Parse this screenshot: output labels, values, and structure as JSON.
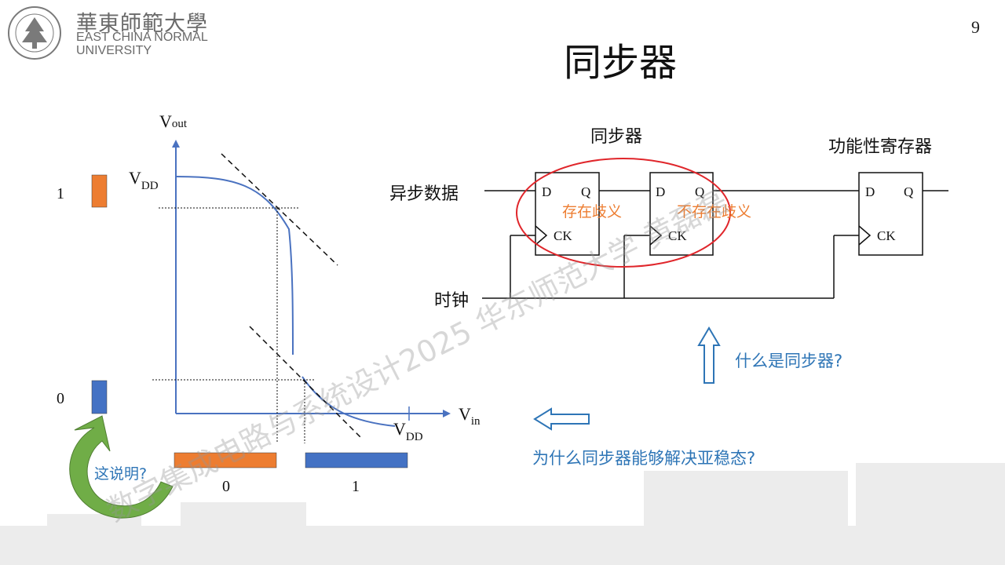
{
  "header": {
    "university_cn": "華東師範大學",
    "university_en_line1": "EAST CHINA NORMAL",
    "university_en_line2": "UNIVERSITY",
    "page_number": "9"
  },
  "slide": {
    "title": "同步器"
  },
  "plot": {
    "y_axis_main": "V",
    "y_axis_sub": "out",
    "x_axis_main": "V",
    "x_axis_sub": "in",
    "vdd_main": "V",
    "vdd_sub": "DD",
    "level_high": "1",
    "level_low": "0",
    "bar_low_label": "0",
    "bar_high_label": "1",
    "question": "这说明?"
  },
  "circuit": {
    "sync_label": "同步器",
    "func_label": "功能性寄存器",
    "async_input": "异步数据",
    "clock_input": "时钟",
    "ff_d": "D",
    "ff_q": "Q",
    "ff_ck": "CK",
    "ambiguity": "存在歧义",
    "no_ambiguity": "不存在歧义",
    "q_what": "什么是同步器?",
    "q_why": "为什么同步器能够解决亚稳态?"
  },
  "watermark": "数字集成电路与系统设计2025 华东师范大学 黄磊磊",
  "colors": {
    "orange": "#ed7d31",
    "blue": "#4472c4",
    "curve": "#4a72c0",
    "red_ellipse": "#e0262b",
    "arrow_outline": "#2e75b6",
    "question_text": "#2e75b6",
    "green_arrow": "#70ad47"
  }
}
